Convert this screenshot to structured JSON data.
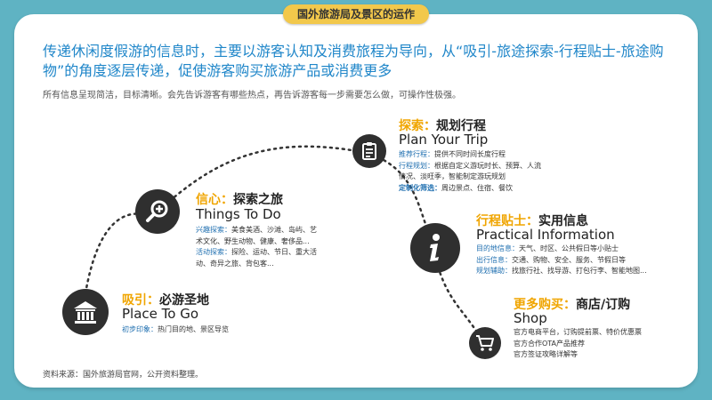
{
  "header": {
    "tab": "国外旅游局及景区的运作"
  },
  "intro": {
    "headline": "传递休闲度假游的信息时，主要以游客认知及消费旅程为导向，从“吸引-旅途探索-行程贴士-旅途购物”的角度逐层传递，促使游客购买旅游产品或消费更多",
    "subline": "所有信息呈现简洁，目标清晰。会先告诉游客有哪些热点，再告诉游客每一步需要怎么做，可操作性极强。"
  },
  "stops": {
    "attract": {
      "icon": "temple-icon",
      "key": "吸引：",
      "title": "必游圣地",
      "en": "Place To Go",
      "details": [
        {
          "label": "初步印象：",
          "text": "热门目的地、景区导览"
        }
      ]
    },
    "explore": {
      "icon": "magnifier-plus-icon",
      "key": "信心：",
      "title": "探索之旅",
      "en": "Things To Do",
      "details": [
        {
          "label": "兴趣探索：",
          "text": "美食美酒、沙滩、岛屿、艺"
        },
        {
          "label": "",
          "text": "术文化、野生动物、健康、奢侈品..."
        },
        {
          "label": "活动探索：",
          "text": "探险、运动、节日、重大活"
        },
        {
          "label": "",
          "text": "动、奇异之旅、背包客..."
        }
      ]
    },
    "plan": {
      "icon": "checklist-icon",
      "key": "探索：",
      "title": "规划行程",
      "en": "Plan Your Trip",
      "details": [
        {
          "label": "推荐行程：",
          "text": "提供不同时间长度行程"
        },
        {
          "label": "行程规划：",
          "text": "根据自定义游玩时长、预算、人流"
        },
        {
          "label": "",
          "text": "情况、淡旺季，智能制定游玩规划"
        },
        {
          "label": "定制化筛选：",
          "text": "周边景点、住宿、餐饮"
        }
      ]
    },
    "tips": {
      "icon": "info-icon",
      "key": "行程贴士：",
      "title": "实用信息",
      "en": "Practical Information",
      "details": [
        {
          "label": "目的地信息：",
          "text": "天气、时区、公共假日等小贴士"
        },
        {
          "label": "出行信息：",
          "text": "交通、购物、安全、服务、节假日等"
        },
        {
          "label": "规划辅助：",
          "text": "找旅行社、找导游、打包行李、智能地图..."
        }
      ]
    },
    "shop": {
      "icon": "shopping-cart-icon",
      "key": "更多购买：",
      "title": "商店/订购",
      "en": "Shop",
      "details": [
        {
          "label": "",
          "text": "官方电商平台，订购提前票、特价优惠票"
        },
        {
          "label": "",
          "text": "官方合作OTA产品推荐"
        },
        {
          "label": "",
          "text": "官方签证攻略详解等"
        }
      ]
    }
  },
  "footer": {
    "source": "资料来源：国外旅游局官网，公开资料整理。"
  },
  "colors": {
    "background": "#5fb3c3",
    "accent": "#f2c84b",
    "key": "#f0a500",
    "blue": "#1f86c9",
    "icon": "#2f2f2f"
  }
}
